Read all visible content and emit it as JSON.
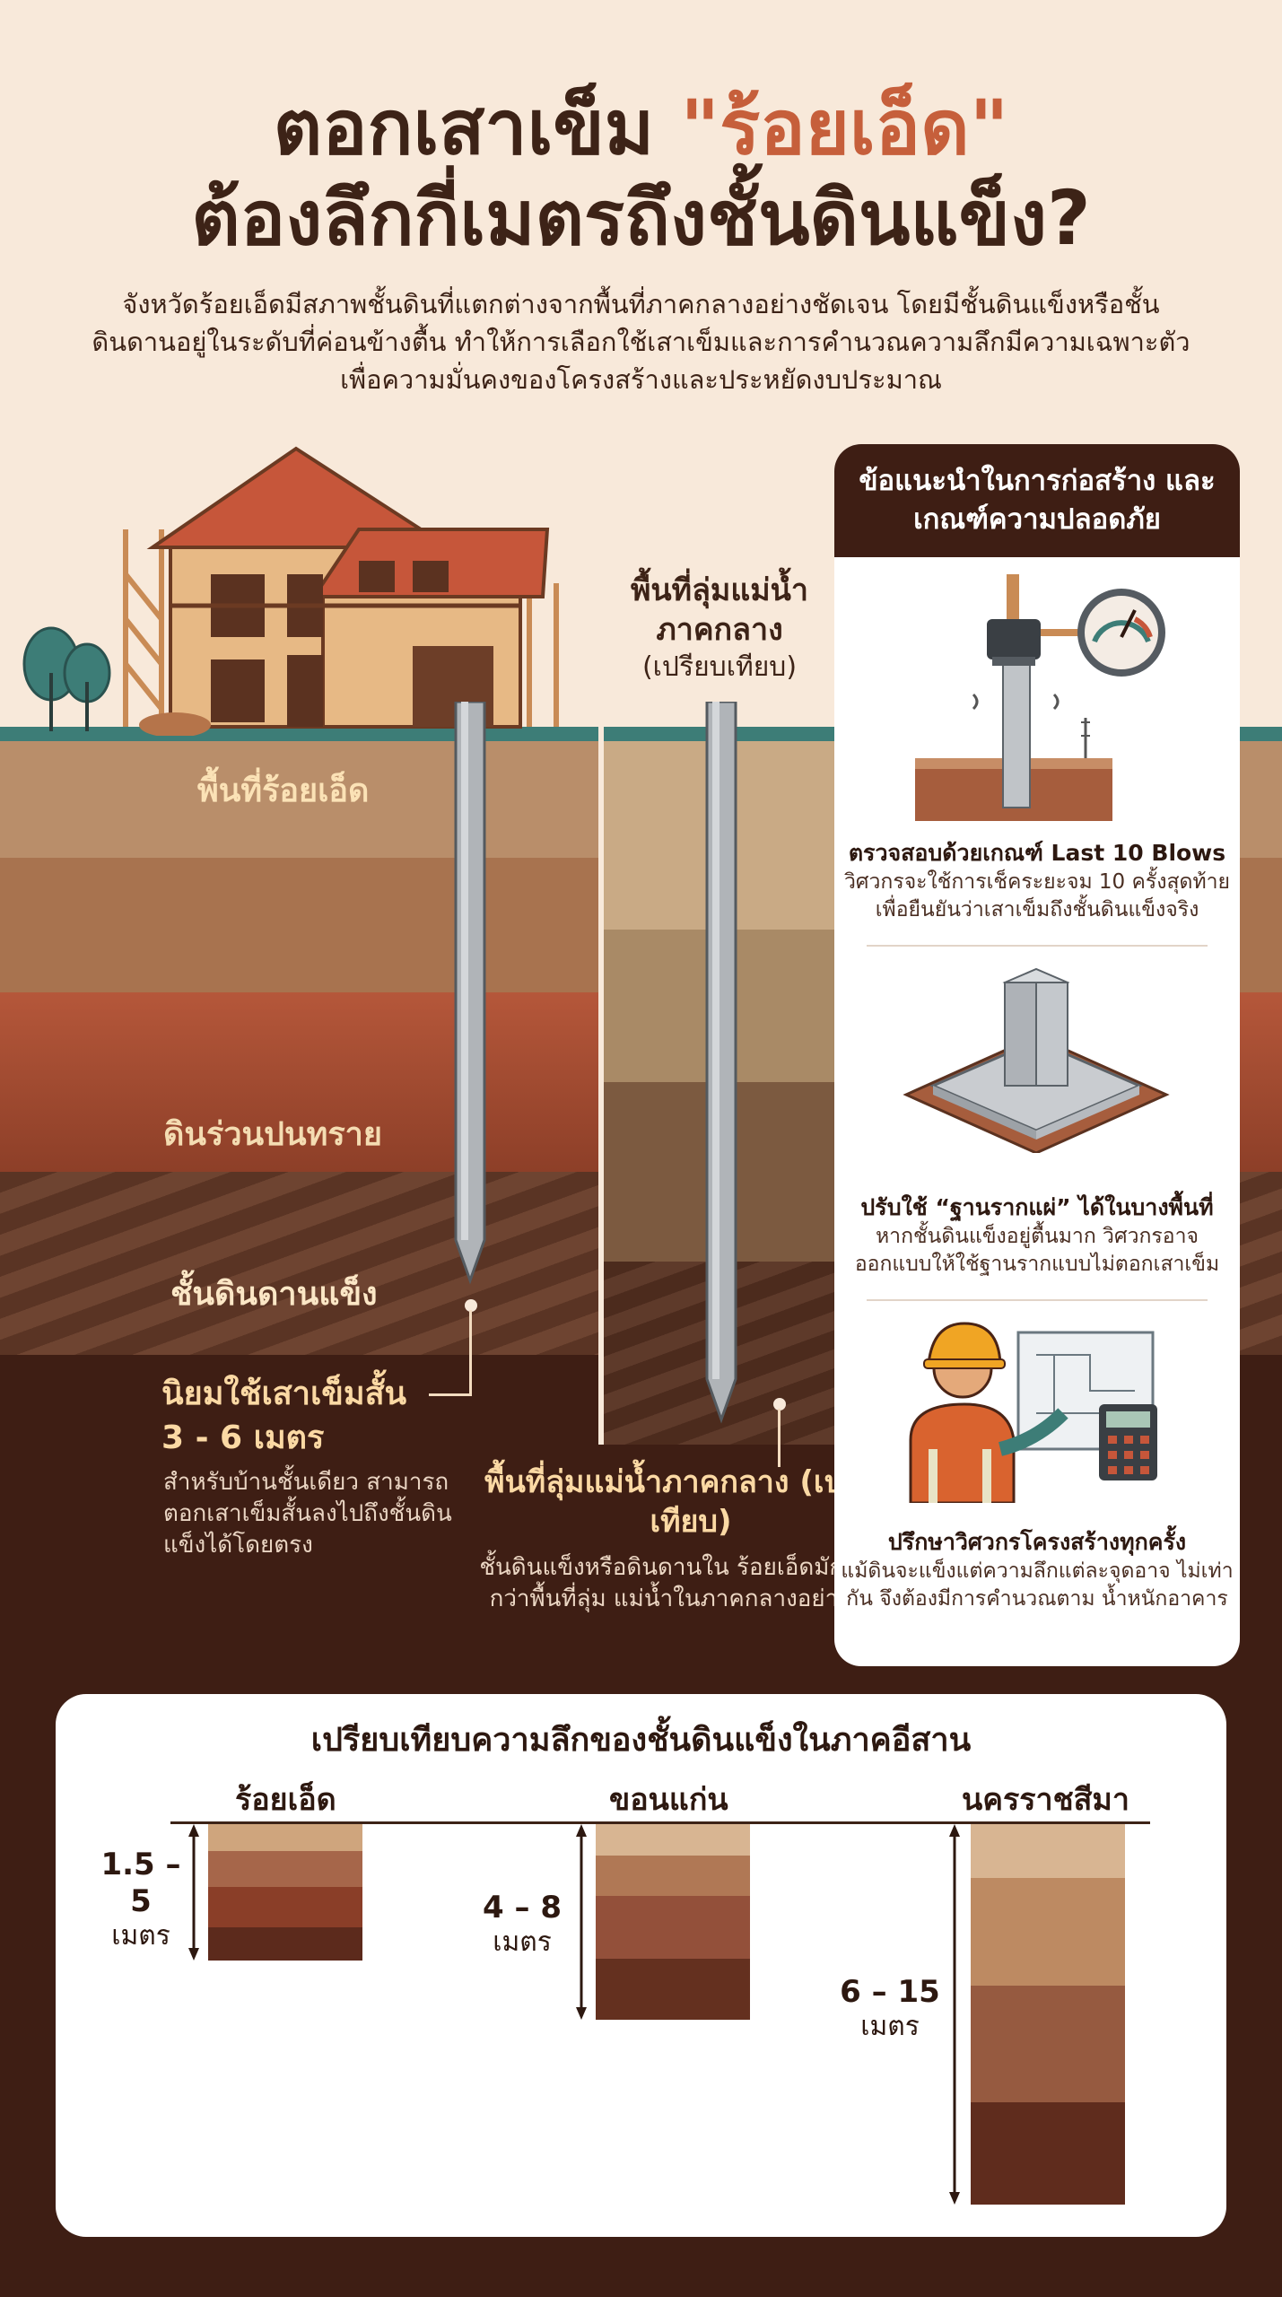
{
  "header": {
    "title_line1_prefix": "ตอกเสาเข็ม ",
    "title_line1_highlight": "\"ร้อยเอ็ด\"",
    "title_line2": "ต้องลึกกี่เมตรถึงชั้นดินแข็ง?",
    "intro": "จังหวัดร้อยเอ็ดมีสภาพชั้นดินที่แตกต่างจากพื้นที่ภาคกลางอย่างชัดเจน โดยมีชั้นดินแข็งหรือชั้นดินดานอยู่ในระดับที่ค่อนข้างตื้น ทำให้การเลือกใช้เสาเข็มและการคำนวณความลึกมีความเฉพาะตัว เพื่อความมั่นคงของโครงสร้างและประหยัดงบประมาณ"
  },
  "strata": {
    "roiet_label": "พื้นที่ร้อยเอ็ด",
    "sand_label": "ดินร่วนปนทราย",
    "hard_label": "ชั้นดินดานแข็ง",
    "central_title": "พื้นที่ลุ่มแม่น้ำ ภาคกลาง",
    "central_subtitle": "(เปรียบเทียบ)"
  },
  "short_pile": {
    "title": "นิยมใช้เสาเข็มสั้น",
    "range": "3 - 6 เมตร",
    "desc": "สำหรับบ้านชั้นเดียว สามารถตอกเสาเข็มสั้นลงไปถึงชั้นดินแข็งได้โดยตรง"
  },
  "central_note": {
    "title": "พื้นที่ลุ่มแม่น้ำภาคกลาง (เปรียบเทียบ)",
    "desc": "ชั้นดินแข็งหรือดินดานใน ร้อยเอ็ดมักอยู่ตื้นกว่าพื้นที่ลุ่ม แม่น้ำในภาคกลางอย่างมาก"
  },
  "advice": {
    "heading": "ข้อแนะนำในการก่อสร้าง และเกณฑ์ความปลอดภัย",
    "tips": [
      {
        "title": "ตรวจสอบด้วยเกณฑ์ Last 10 Blows",
        "desc": "วิศวกรจะใช้การเช็คระยะจม 10 ครั้งสุดท้าย เพื่อยืนยันว่าเสาเข็มถึงชั้นดินแข็งจริง"
      },
      {
        "title": "ปรับใช้ “ฐานรากแผ่” ได้ในบางพื้นที่",
        "desc": "หากชั้นดินแข็งอยู่ตื้นมาก วิศวกรอาจ ออกแบบให้ใช้ฐานรากแบบไม่ตอกเสาเข็ม"
      },
      {
        "title": "ปรึกษาวิศวกรโครงสร้างทุกครั้ง",
        "desc": "แม้ดินจะแข็งแต่ความลึกแต่ละจุดอาจ ไม่เท่ากัน จึงต้องมีการคำนวณตาม น้ำหนักอาคาร"
      }
    ]
  },
  "comparison": {
    "title": "เปรียบเทียบความลึกของชั้นดินแข็งในภาคอีสาน",
    "provinces": [
      {
        "name": "ร้อยเอ็ด",
        "depth": "1.5 – 5",
        "unit": "เมตร"
      },
      {
        "name": "ขอนแก่น",
        "depth": "4 – 8",
        "unit": "เมตร"
      },
      {
        "name": "นครราชสีมา",
        "depth": "6 – 15",
        "unit": "เมตร"
      }
    ]
  }
}
